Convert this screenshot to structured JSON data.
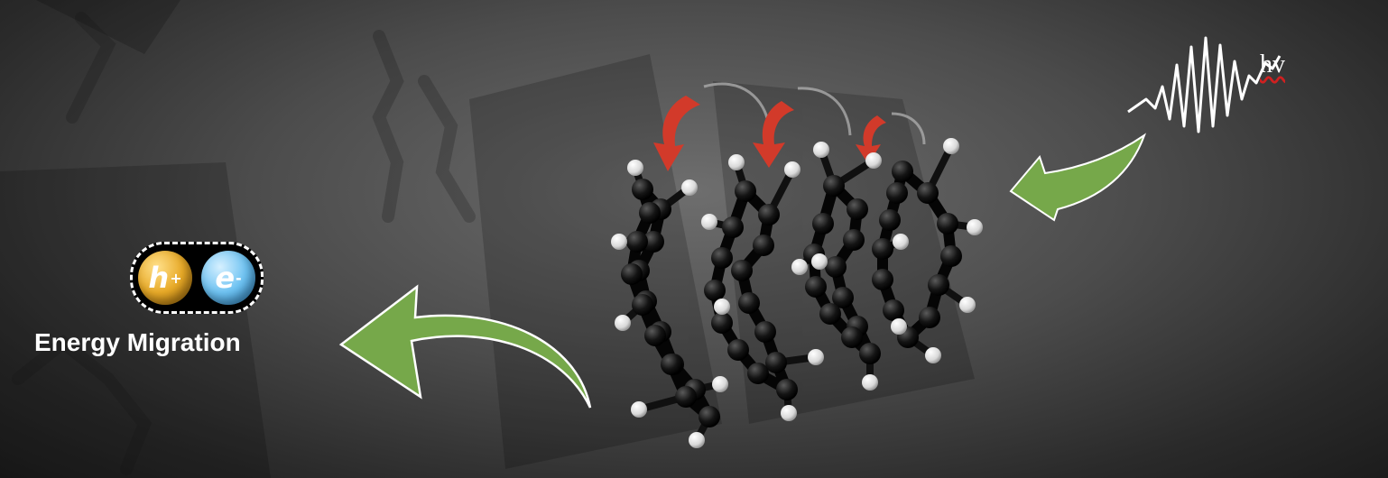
{
  "labels": {
    "energy_migration": "Energy Migration",
    "photon": "hv",
    "hole_symbol": "h",
    "hole_charge": "+",
    "electron_symbol": "e",
    "electron_charge": "-"
  },
  "colors": {
    "green_arrow": "#76a84a",
    "red_arrow": "#d23a2a",
    "carbon": "#0a0a0a",
    "hydrogen": "#f2f2f2",
    "hole": "#e8aa28",
    "electron": "#6fc3f2"
  },
  "icons": [
    "photon-wave-icon",
    "green-arrow-icon",
    "red-hop-arrow-icon",
    "molecule-stack-icon"
  ]
}
